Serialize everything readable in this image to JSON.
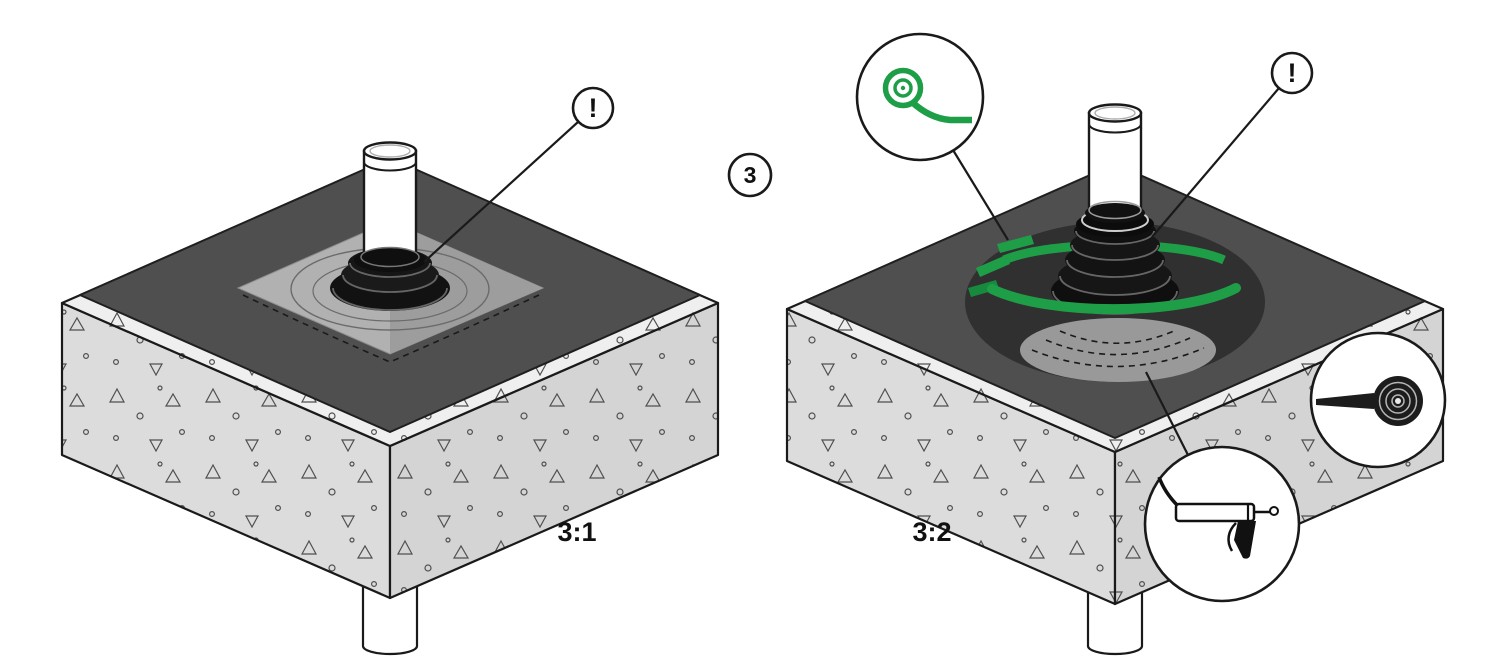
{
  "step_badge": {
    "number": "3"
  },
  "panels": [
    {
      "label": "3:1",
      "warning": "!"
    },
    {
      "label": "3:2",
      "warning": "!"
    }
  ],
  "icons": {
    "warning": "exclamation-mark",
    "green_tape_roll": "green-sealing-tape-roll",
    "black_tape_roll": "black-membrane-roll",
    "caulk_gun": "sealant-caulk-gun"
  },
  "colors": {
    "tape_green": "#1f9e48",
    "membrane": "#4f4f4f",
    "sealant_blob": "#303030",
    "concrete_top": "#efefef",
    "concrete_side": "#dcdcdc",
    "outline": "#1a1a1a"
  }
}
